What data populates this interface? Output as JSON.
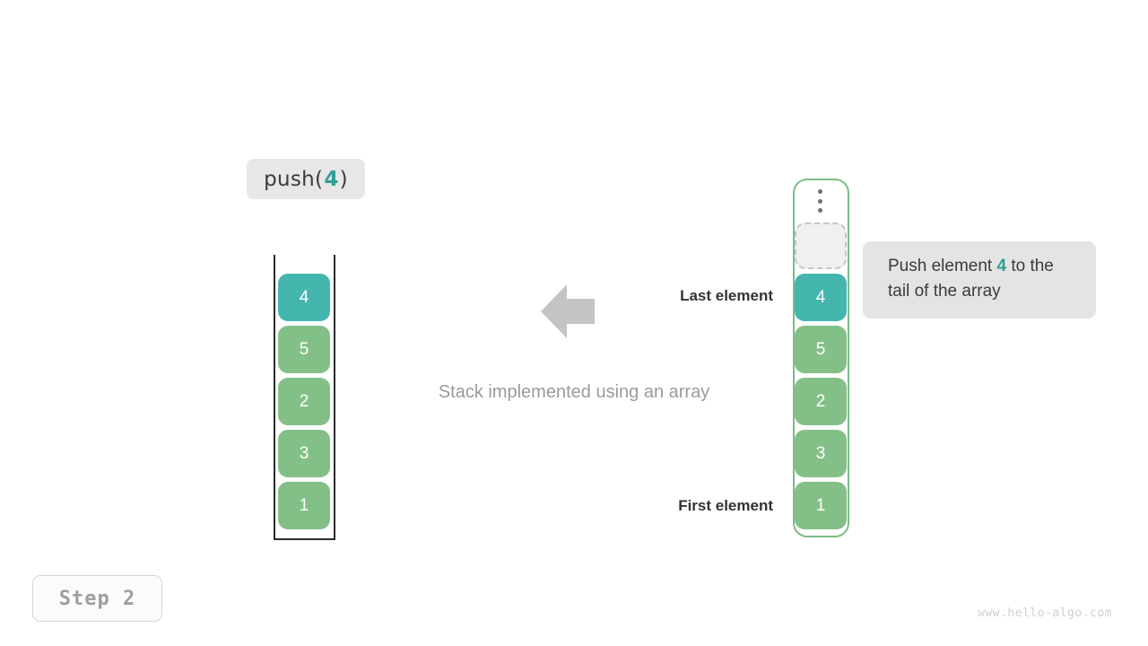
{
  "operation": {
    "prefix": "push(",
    "argument": "4",
    "suffix": ")"
  },
  "stack": {
    "caption": "Stack implemented using an array",
    "label_last": "Last element",
    "label_first": "First element",
    "cells": [
      {
        "value": "4",
        "color": "teal",
        "name": "stack-cell-top"
      },
      {
        "value": "5",
        "color": "green",
        "name": "stack-cell"
      },
      {
        "value": "2",
        "color": "green",
        "name": "stack-cell"
      },
      {
        "value": "3",
        "color": "green",
        "name": "stack-cell"
      },
      {
        "value": "1",
        "color": "green",
        "name": "stack-cell-bottom"
      }
    ]
  },
  "array": {
    "cells": [
      {
        "value": "4",
        "color": "teal",
        "name": "array-cell-new"
      },
      {
        "value": "5",
        "color": "green",
        "name": "array-cell"
      },
      {
        "value": "2",
        "color": "green",
        "name": "array-cell"
      },
      {
        "value": "3",
        "color": "green",
        "name": "array-cell"
      },
      {
        "value": "1",
        "color": "green",
        "name": "array-cell"
      }
    ],
    "empty_slot_label": "",
    "overflow_icon": "vertical-dots-icon"
  },
  "tooltip": {
    "text_before": "Push element ",
    "highlight": "4",
    "text_after": " to the tail of the array"
  },
  "footer": {
    "step_label": "Step 2",
    "watermark": "www.hello-algo.com"
  },
  "colors": {
    "teal": "#44b6ae",
    "green": "#83c088",
    "arrow_gray": "#c4c4c4",
    "panel_gray": "#e4e4e4",
    "container_green": "#7cbd86"
  }
}
